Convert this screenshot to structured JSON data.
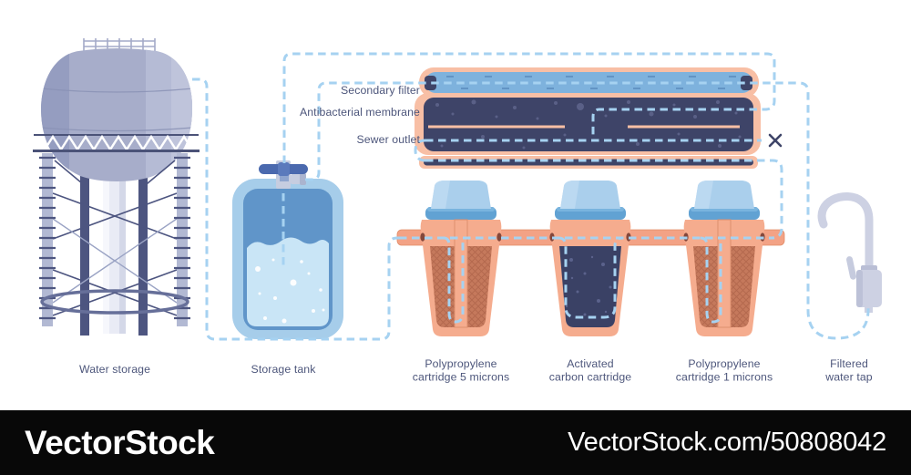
{
  "illustration": {
    "title_semantic": "Water filtration system scheme",
    "callout_labels": {
      "secondary_filter": "Secondary filter",
      "antibacterial_membrane": "Antibacterial membrane",
      "sewer_outlet": "Sewer outlet"
    },
    "stage_labels": {
      "water_storage": "Water storage",
      "storage_tank": "Storage tank",
      "cartridge_pp5_line1": "Polypropylene",
      "cartridge_pp5_line2": "cartridge 5 microns",
      "cartridge_carbon_line1": "Activated",
      "cartridge_carbon_line2": "carbon cartridge",
      "cartridge_pp1_line1": "Polypropylene",
      "cartridge_pp1_line2": "cartridge 1 microns",
      "tap_line1": "Filtered",
      "tap_line2": "water tap"
    }
  },
  "watermark": {
    "brand": "VectorStock",
    "id_url": "VectorStock.com/50808042"
  },
  "colors": {
    "dash": "#a6d2f1",
    "label": "#4d567b",
    "navy": "#3e4468",
    "casing-salmon": "#f8bfa5",
    "cartridge-salmon": "#f5ac8e",
    "terracotta": "#c5795c",
    "cap-blue": "#aacfec",
    "cap-band": "#61a2d3",
    "tube-blue": "#7eb2dd",
    "tank-shell": "#a6cdea",
    "tank-inner": "#6095c9",
    "water": "#c9e5f6",
    "tower-body": "#a7adca",
    "tower-leg": "#4d5580",
    "faucet": "#cdd1e3",
    "wm-bg": "#080808",
    "wm-fg": "#ffffff"
  }
}
